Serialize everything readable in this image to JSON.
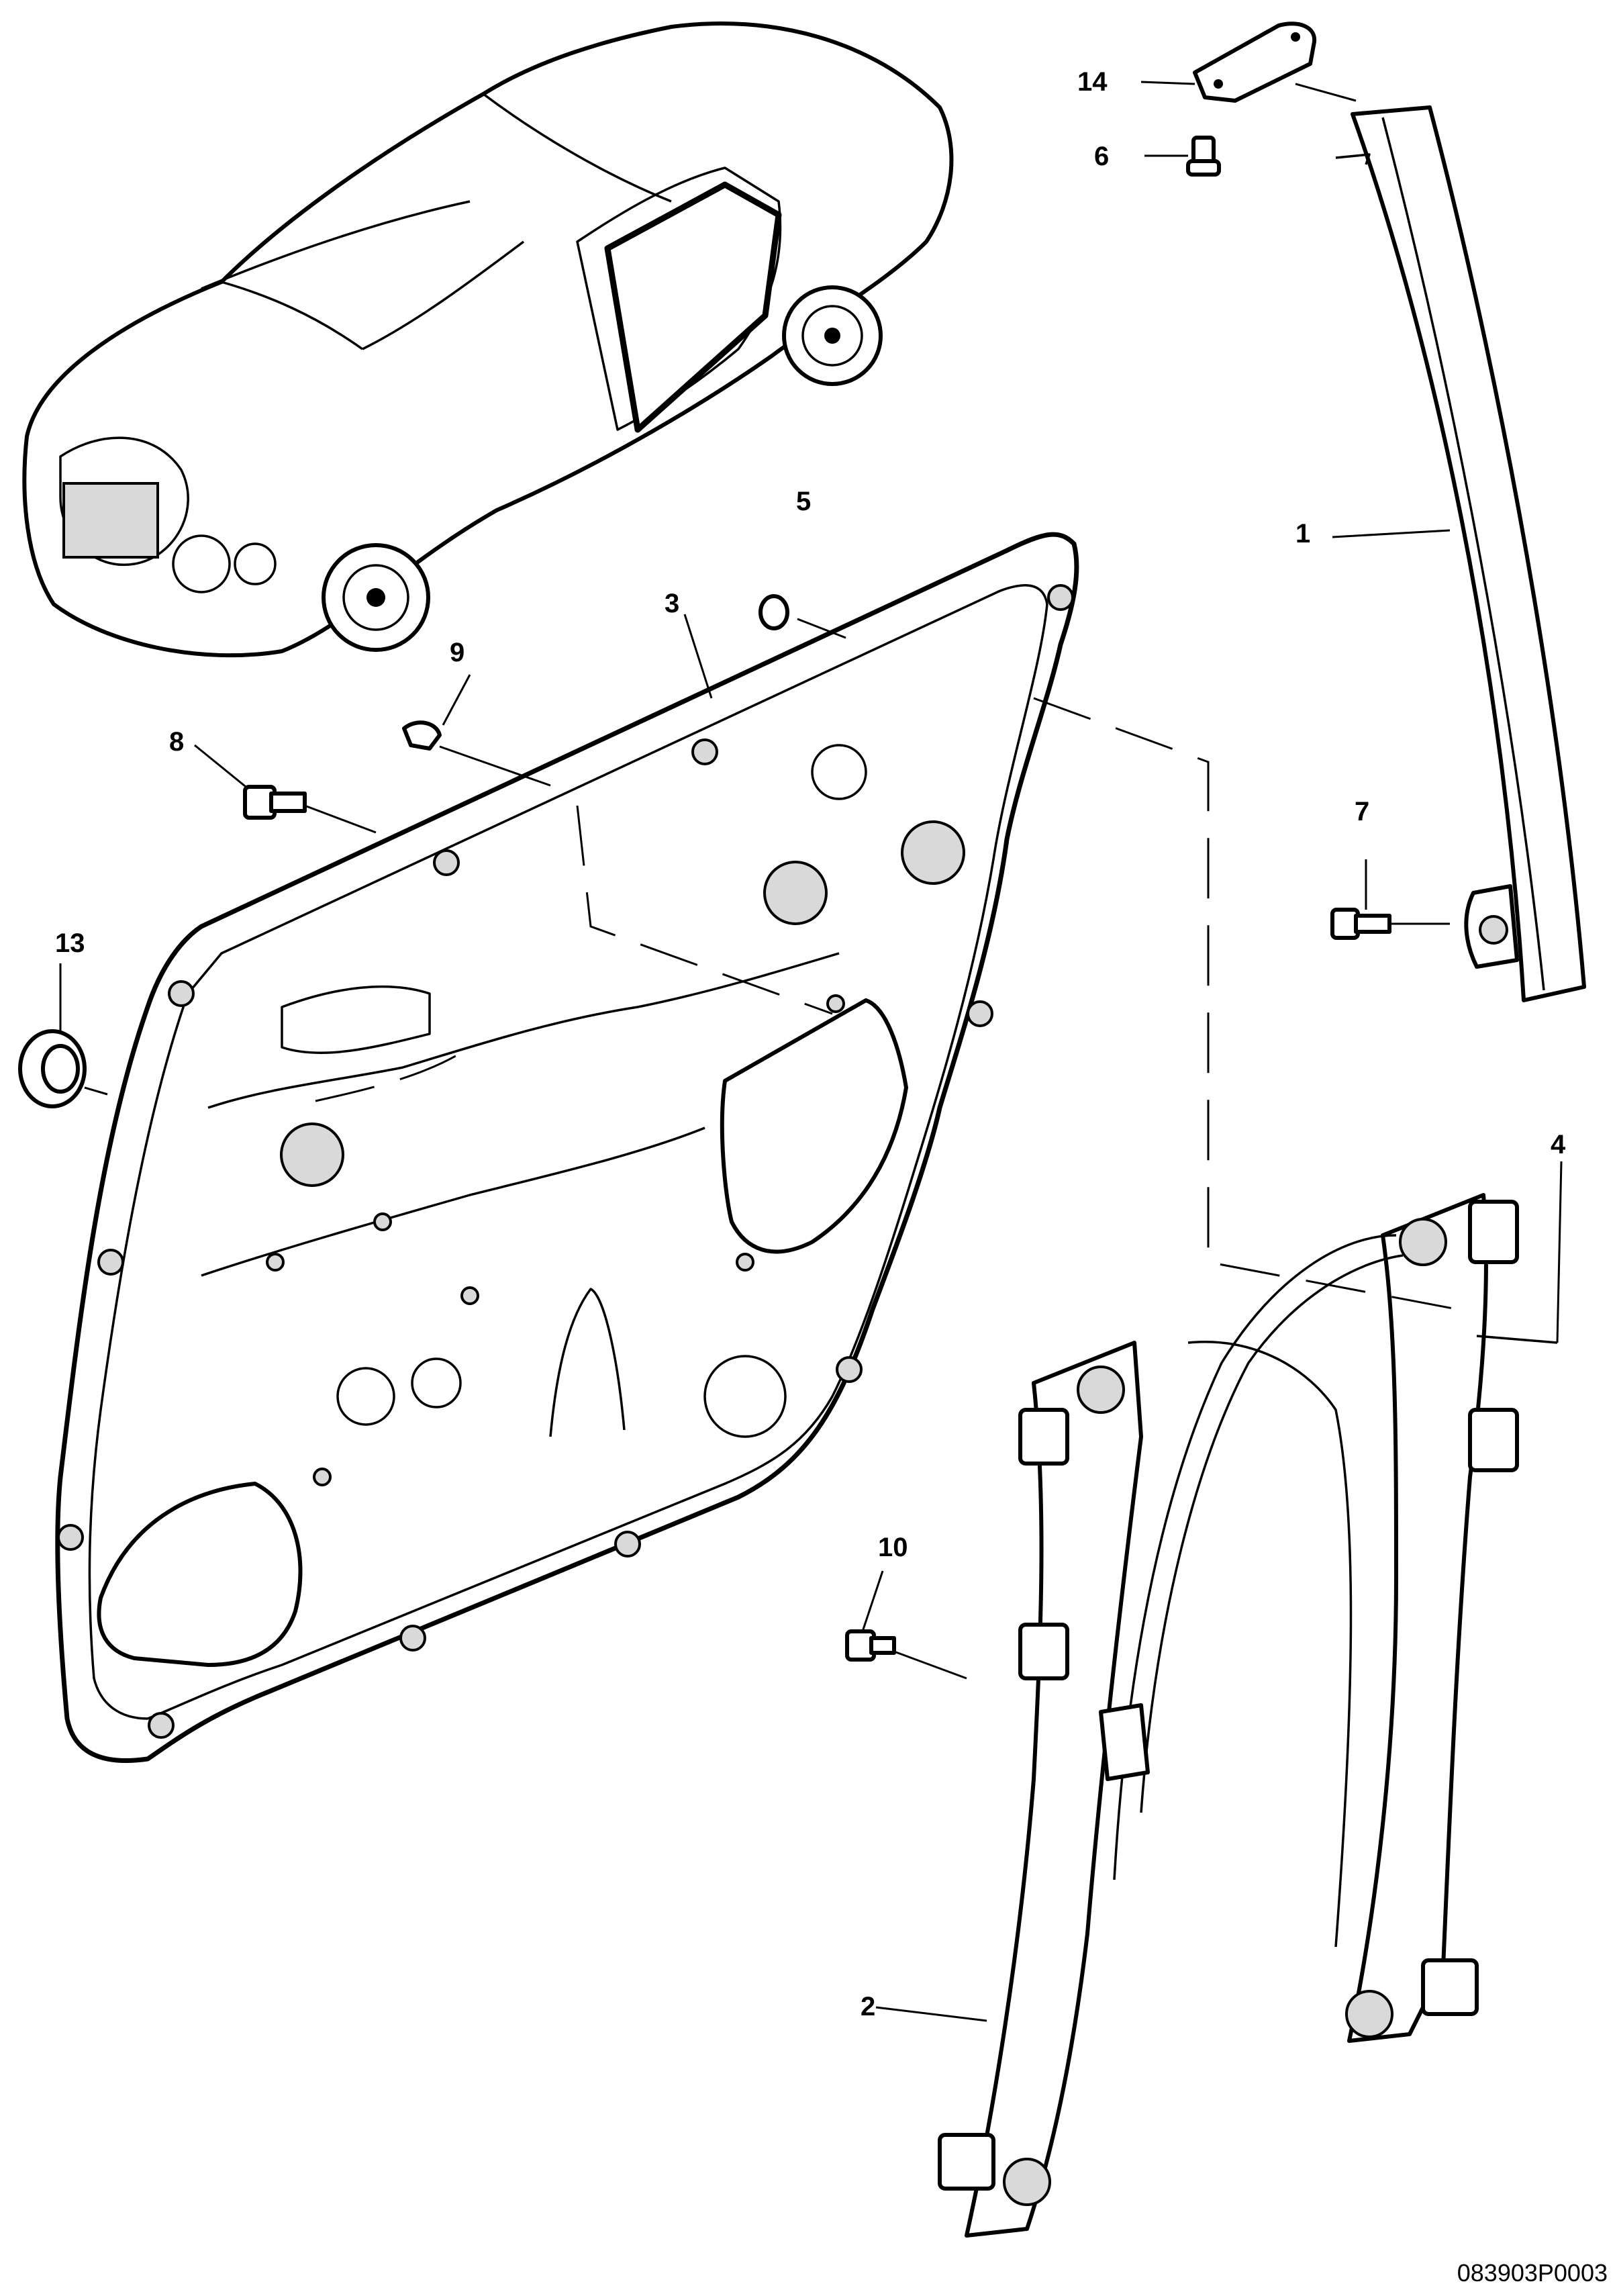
{
  "diagram": {
    "drawing_code": "083903P0003",
    "callouts": [
      {
        "id": "1",
        "label": "1"
      },
      {
        "id": "2",
        "label": "2"
      },
      {
        "id": "3",
        "label": "3"
      },
      {
        "id": "4",
        "label": "4"
      },
      {
        "id": "5",
        "label": "5"
      },
      {
        "id": "6",
        "label": "6"
      },
      {
        "id": "7",
        "label": "7"
      },
      {
        "id": "8",
        "label": "8"
      },
      {
        "id": "9",
        "label": "9"
      },
      {
        "id": "10",
        "label": "10"
      },
      {
        "id": "13",
        "label": "13"
      },
      {
        "id": "14",
        "label": "14"
      }
    ],
    "icons": [
      "car-locator-icon",
      "door-panel-icon",
      "window-guide-rail-icon",
      "window-regulator-icon",
      "bolt-icon",
      "clip-icon",
      "grommet-icon",
      "seal-ring-icon",
      "bracket-icon"
    ]
  }
}
